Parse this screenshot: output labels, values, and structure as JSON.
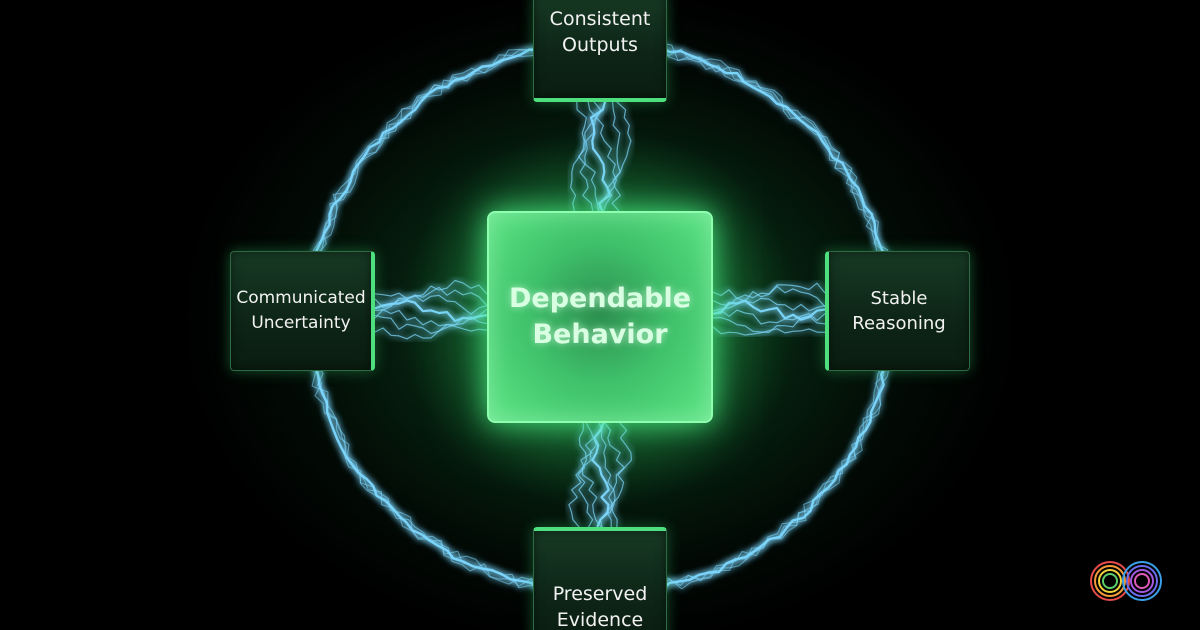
{
  "center": {
    "line1": "Dependable",
    "line2": "Behavior"
  },
  "nodes": {
    "top": {
      "line1": "Consistent",
      "line2": "Outputs"
    },
    "left": {
      "line1": "Communicated",
      "line2": "Uncertainty"
    },
    "right": {
      "line1": "Stable",
      "line2": "Reasoning"
    },
    "bottom": {
      "line1": "Preserved",
      "line2": "Evidence"
    }
  },
  "colors": {
    "accent_green": "#4ee07f",
    "center_fill": "#52d97c",
    "energy_blue": "#7fd8ff",
    "background": "#000000"
  },
  "icons": {
    "logo": "rainbow-circular-logo",
    "ring": "electric-ring",
    "connectors": "lightning-connectors"
  }
}
